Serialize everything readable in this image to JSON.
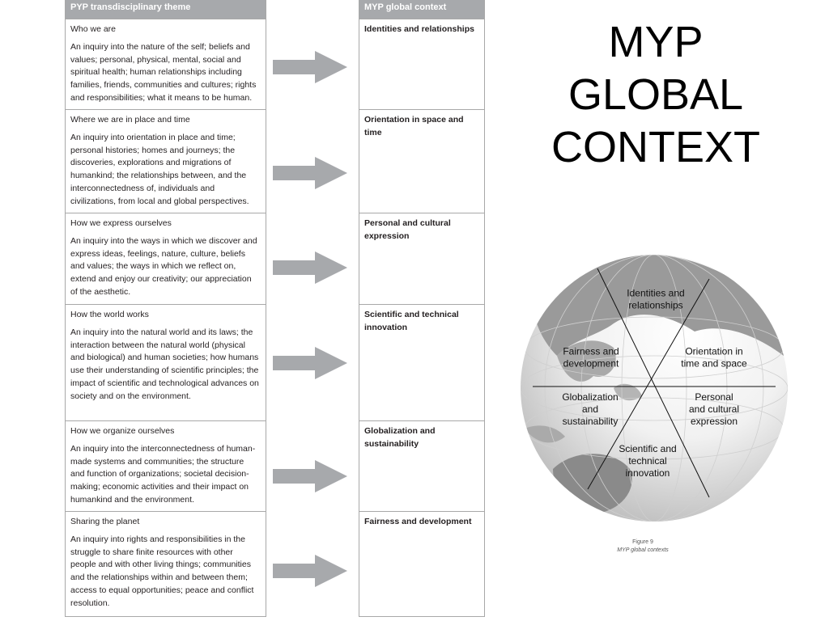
{
  "table": {
    "pyp_header": "PYP transdisciplinary theme",
    "myp_header": "MYP global context",
    "rows": [
      {
        "theme": "Who we are",
        "description": "An inquiry into the nature of the self; beliefs and values; personal, physical, mental, social and spiritual health; human relationships including families, friends, communities and cultures; rights and responsibilities; what it means to be human.",
        "context": "Identities and relationships"
      },
      {
        "theme": "Where we are in place and time",
        "description": "An inquiry into orientation in place and time; personal histories; homes and journeys; the discoveries, explorations and migrations of humankind; the relationships between, and the interconnectedness of, individuals and civilizations, from local and global perspectives.",
        "context": "Orientation in space and time"
      },
      {
        "theme": "How we express ourselves",
        "description": "An inquiry into the ways in which we discover and express ideas, feelings, nature, culture, beliefs and values; the ways in which we reflect on, extend and enjoy our creativity; our appreciation of the aesthetic.",
        "context": "Personal and cultural expression"
      },
      {
        "theme": "How the world works",
        "description": "An inquiry into the natural world and its laws; the interaction between the natural world (physical and biological) and human societies; how humans use their understanding of scientific principles; the impact of scientific and technological advances on society and on the environment.",
        "context": "Scientific and technical innovation"
      },
      {
        "theme": "How we organize ourselves",
        "description": "An inquiry into the interconnectedness of human-made systems and communities; the structure and function of organizations; societal decision-making; economic activities and their impact on humankind and the environment.",
        "context": "Globalization and sustainability"
      },
      {
        "theme": "Sharing the planet",
        "description": "An inquiry into rights and responsibilities in the struggle to share finite resources with other people and with other living things; communities and the relationships within and between them; access to equal opportunities; peace and conflict resolution.",
        "context": "Fairness and development"
      }
    ]
  },
  "title": "MYP\nGLOBAL\nCONTEXT",
  "globe": {
    "labels": [
      [
        "Identities and",
        "relationships"
      ],
      [
        "Orientation in",
        "time and space"
      ],
      [
        "Personal",
        "and cultural",
        "expression"
      ],
      [
        "Scientific and",
        "technical",
        "innovation"
      ],
      [
        "Globalization",
        "and",
        "sustainability"
      ],
      [
        "Fairness and",
        "development"
      ]
    ]
  },
  "caption": {
    "figure": "Figure 9",
    "text": "MYP global contexts"
  },
  "colors": {
    "header_bg": "#a7a9ac",
    "arrow": "#a7a9ac",
    "border": "#a8a8a8"
  }
}
